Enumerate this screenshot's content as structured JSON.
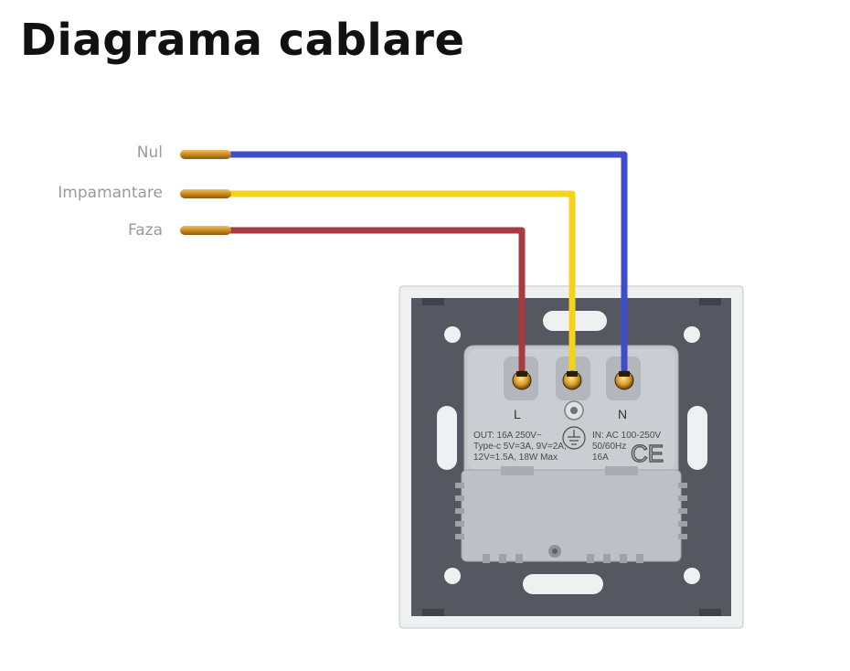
{
  "title": "Diagrama cablare",
  "wires": {
    "nul": {
      "label": "Nul",
      "color": "#3d4ec8"
    },
    "impamantare": {
      "label": "Impamantare",
      "color": "#f5d21c"
    },
    "faza": {
      "label": "Faza",
      "color": "#a83a42"
    }
  },
  "terminals": {
    "live": "L",
    "neutral": "N"
  },
  "specs": {
    "out_line1": "OUT:  16A 250V~",
    "out_line2": "Type-c 5V=3A, 9V=2A,",
    "out_line3": "12V=1.5A, 18W Max",
    "in_line1": "IN:  AC 100-250V",
    "in_line2": "50/60Hz",
    "in_line3": "16A",
    "ce_mark": "CE"
  }
}
